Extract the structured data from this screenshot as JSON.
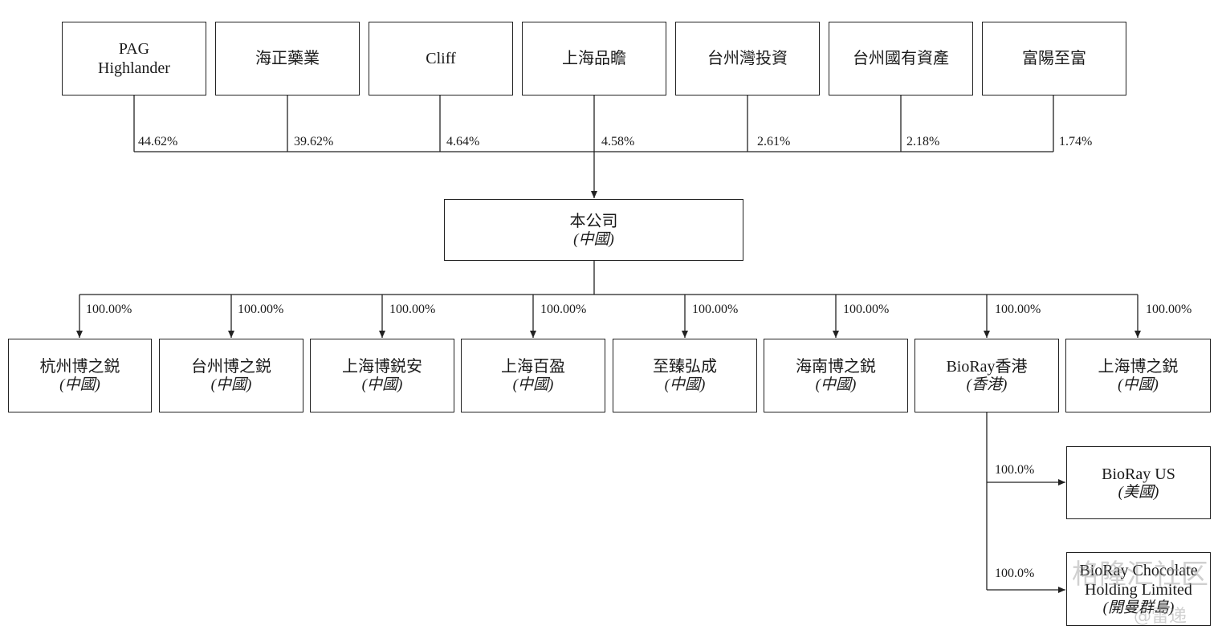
{
  "shareholders": [
    {
      "name": "PAG\nHighlander",
      "pct": "44.62%"
    },
    {
      "name": "海正藥業",
      "pct": "39.62%"
    },
    {
      "name": "Cliff",
      "pct": "4.64%"
    },
    {
      "name": "上海品瞻",
      "pct": "4.58%"
    },
    {
      "name": "台州灣投資",
      "pct": "2.61%"
    },
    {
      "name": "台州國有資產",
      "pct": "2.18%"
    },
    {
      "name": "富陽至富",
      "pct": "1.74%"
    }
  ],
  "company": {
    "name": "本公司",
    "loc": "(中國)"
  },
  "subsidiaries": [
    {
      "name": "杭州博之鋭",
      "loc": "(中國)",
      "pct": "100.00%"
    },
    {
      "name": "台州博之鋭",
      "loc": "(中國)",
      "pct": "100.00%"
    },
    {
      "name": "上海博鋭安",
      "loc": "(中國)",
      "pct": "100.00%"
    },
    {
      "name": "上海百盈",
      "loc": "(中國)",
      "pct": "100.00%"
    },
    {
      "name": "至臻弘成",
      "loc": "(中國)",
      "pct": "100.00%"
    },
    {
      "name": "海南博之鋭",
      "loc": "(中國)",
      "pct": "100.00%"
    },
    {
      "name": "BioRay香港",
      "loc": "(香港)",
      "pct": "100.00%"
    },
    {
      "name": "上海博之鋭",
      "loc": "(中國)",
      "pct": "100.00%"
    }
  ],
  "sub_subsidiaries": [
    {
      "name": "BioRay US",
      "loc": "(美國)",
      "pct": "100.0%"
    },
    {
      "name": "BioRay Chocolate\nHolding Limited",
      "loc": "(開曼群島)",
      "pct": "100.0%"
    }
  ],
  "watermark": {
    "text1": "格隆汇社区",
    "text2": "@雷递"
  },
  "colors": {
    "line": "#222222",
    "text": "#1a1a1a"
  }
}
